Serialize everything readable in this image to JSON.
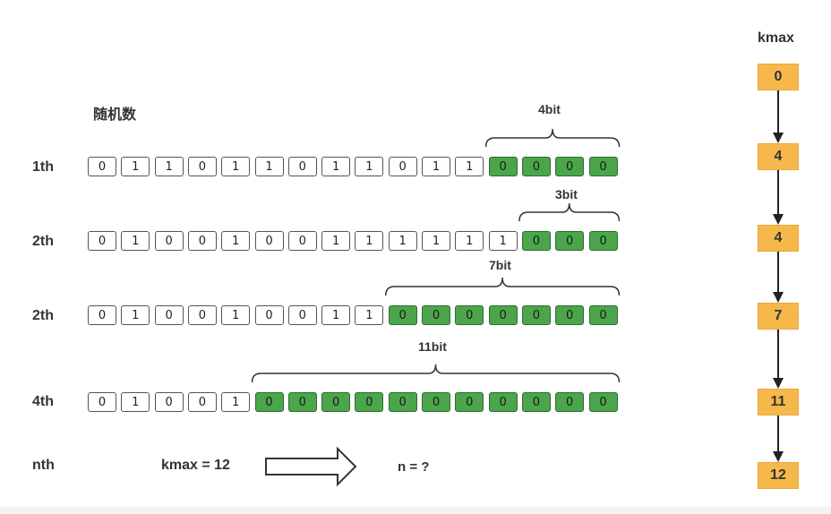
{
  "title": "随机数",
  "kmax_header": "kmax",
  "rows": [
    {
      "label": "1th",
      "bits": "0110110110110000",
      "zero_run": 4,
      "brace_label": "4bit"
    },
    {
      "label": "2th",
      "bits": "0100100111111000",
      "zero_run": 3,
      "brace_label": "3bit"
    },
    {
      "label": "2th",
      "bits": "0100100110000000",
      "zero_run": 7,
      "brace_label": "7bit"
    },
    {
      "label": "4th",
      "bits": "0100100000000000",
      "zero_run": 11,
      "brace_label": "11bit"
    }
  ],
  "nth": {
    "label": "nth",
    "kmax_text": "kmax = 12",
    "n_text": "n = ?"
  },
  "kmax_chain": [
    "0",
    "4",
    "4",
    "7",
    "11",
    "12"
  ],
  "colors": {
    "zero_fill": "#4ba64b",
    "kmax_fill": "#f7b84b",
    "stroke": "#333333"
  }
}
